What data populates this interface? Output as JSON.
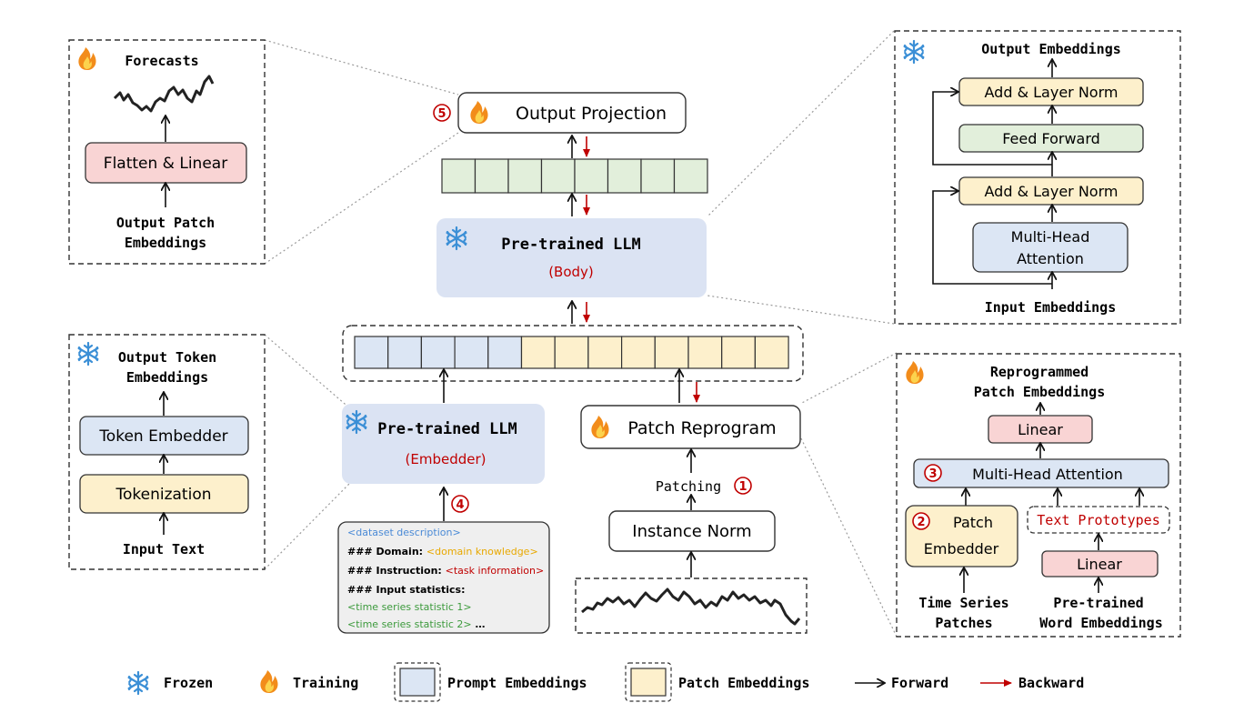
{
  "icons": {
    "frozen": "snowflake-icon",
    "training": "flame-icon"
  },
  "colors": {
    "blue_box": "#dce6f4",
    "yellow_box": "#fdf0cc",
    "green_box": "#e2efdb",
    "red_box": "#f9d4d4",
    "llm_fill": "#dbe3f3",
    "backward": "#c00000",
    "snowflake": "#3b8fd6",
    "flame": "#f28c1b"
  },
  "forecast_panel": {
    "title": "Forecasts",
    "flatten_label": "Flatten & Linear",
    "input_label_1": "Output Patch",
    "input_label_2": "Embeddings"
  },
  "output_projection": {
    "step": "5",
    "label": "Output Projection"
  },
  "llm_body": {
    "title": "Pre-trained LLM",
    "subtitle": "(Body)"
  },
  "transformer_panel": {
    "output_label": "Output Embeddings",
    "add_norm_top": "Add & Layer Norm",
    "feed_forward": "Feed Forward",
    "add_norm_bottom": "Add & Layer Norm",
    "mha_line1": "Multi-Head",
    "mha_line2": "Attention",
    "input_label": "Input Embeddings"
  },
  "embedder_panel": {
    "output_label_1": "Output Token",
    "output_label_2": "Embeddings",
    "token_embedder": "Token Embedder",
    "tokenization": "Tokenization",
    "input_label": "Input Text"
  },
  "llm_embedder": {
    "title": "Pre-trained LLM",
    "subtitle": "(Embedder)"
  },
  "patch_reprogram": {
    "label": "Patch Reprogram"
  },
  "patching": {
    "label": "Patching",
    "step": "1"
  },
  "instance_norm": {
    "label": "Instance Norm"
  },
  "prompt_step": "4",
  "prompt_box": {
    "line1": "<dataset description>",
    "line2_prefix": "### ",
    "line2_key": "Domain",
    "line2_sep": ": ",
    "line2_value": "<domain knowledge>",
    "line3_prefix": "### ",
    "line3_key": "Instruction",
    "line3_sep": ": ",
    "line3_value": "<task information>",
    "line4_prefix": "### ",
    "line4_key": "Input statistics",
    "line4_sep": ":",
    "line5": "<time series statistic 1>",
    "line6": "<time series statistic 2>",
    "line6_tail": " …"
  },
  "reprogram_panel": {
    "title_1": "Reprogrammed",
    "title_2": "Patch Embeddings",
    "linear_top": "Linear",
    "mha_step": "3",
    "mha": "Multi-Head Attention",
    "patch_embedder_step": "2",
    "patch_embedder_1": "Patch",
    "patch_embedder_2": "Embedder",
    "text_prototypes": "Text Prototypes",
    "linear_bottom": "Linear",
    "ts_label_1": "Time Series",
    "ts_label_2": "Patches",
    "word_label_1": "Pre-trained",
    "word_label_2": "Word Embeddings"
  },
  "legend": {
    "frozen": "Frozen",
    "training": "Training",
    "prompt": "Prompt Embeddings",
    "patch": "Patch Embeddings",
    "forward": "Forward",
    "backward": "Backward"
  }
}
